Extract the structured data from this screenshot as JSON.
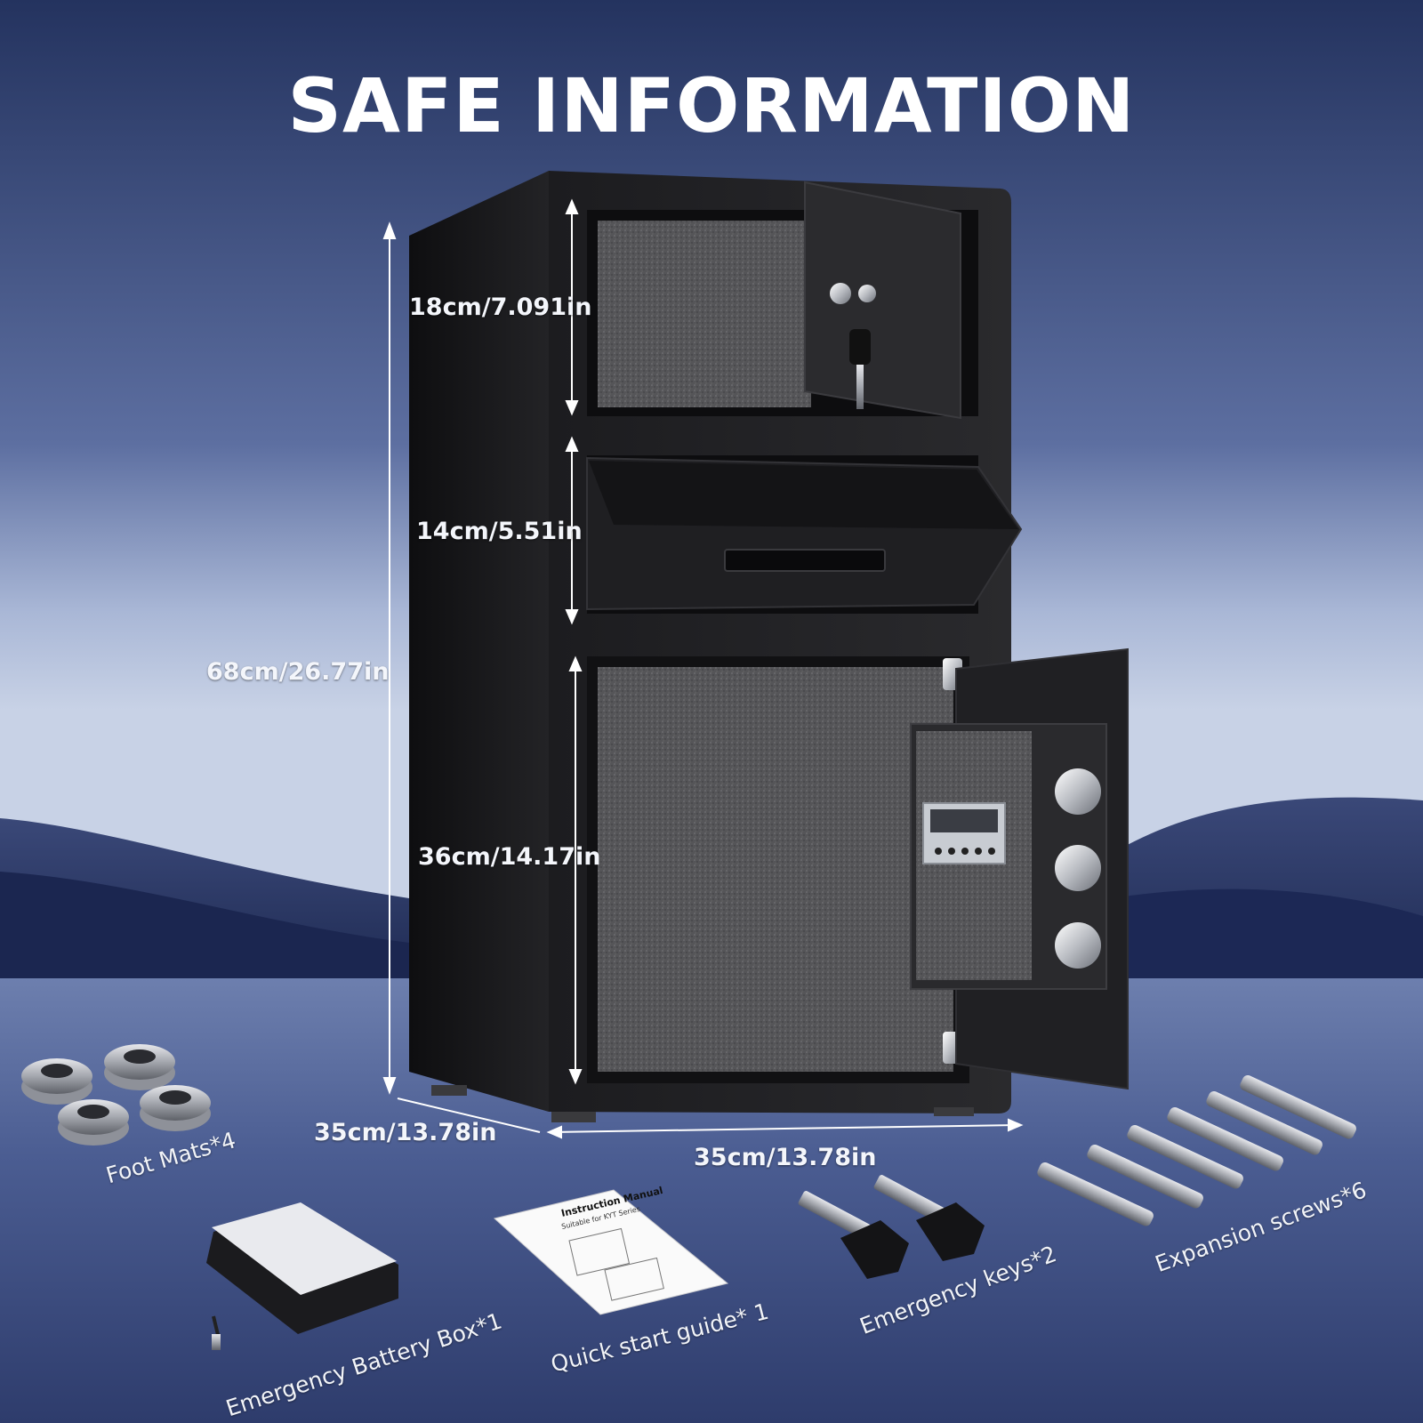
{
  "title": "SAFE INFORMATION",
  "dimensions": {
    "top_compartment": "18cm/7.091in",
    "drop_slot": "14cm/5.51in",
    "lower_compartment": "36cm/14.17in",
    "total_height": "68cm/26.77in",
    "depth": "35cm/13.78in",
    "width": "35cm/13.78in"
  },
  "accessories": {
    "foot_mats": "Foot Mats*4",
    "battery_box": "Emergency Battery Box*1",
    "quick_guide": "Quick start guide* 1",
    "keys": "Emergency keys*2",
    "screws": "Expansion screws*6"
  },
  "manual": {
    "title": "Instruction Manual",
    "subtitle": "Suitable for KYT Series"
  },
  "colors": {
    "sky_top": "#2b3a6b",
    "sky_horizon": "#b7c4de",
    "water": "#3f5186",
    "safe_body": "#1a1a1c",
    "safe_interior": "#5a5a5c"
  }
}
